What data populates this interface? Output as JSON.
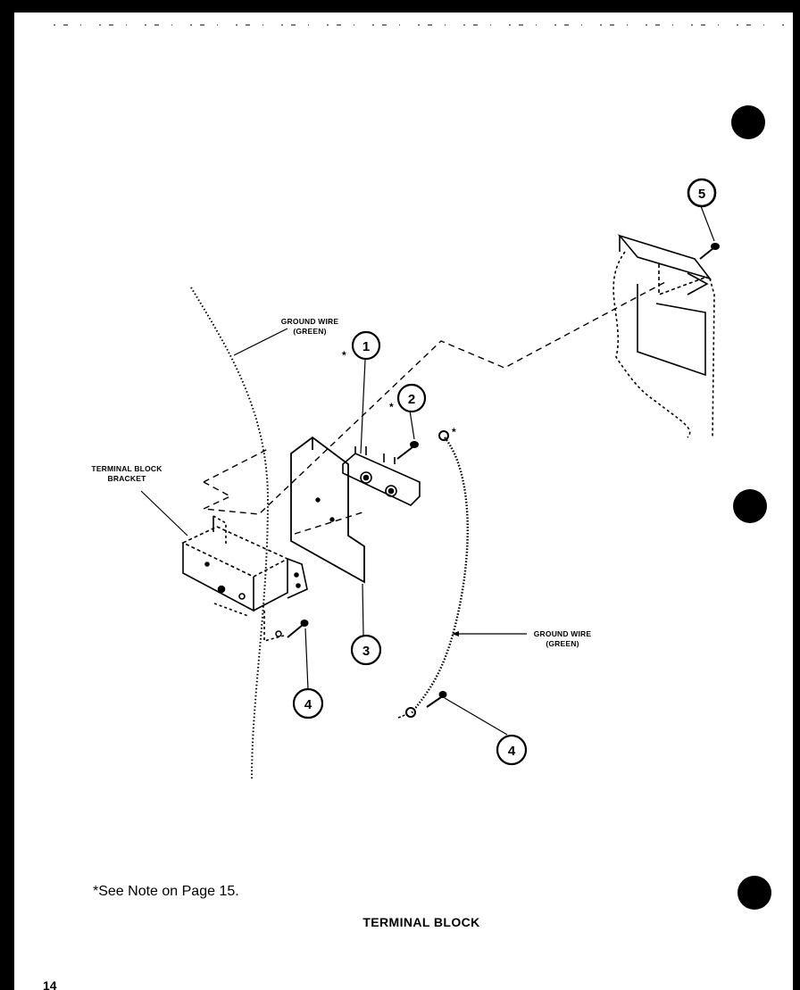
{
  "diagram": {
    "labels": {
      "ground_wire_top_1": "GROUND WIRE",
      "ground_wire_top_2": "(GREEN)",
      "terminal_block_bracket_1": "TERMINAL BLOCK",
      "terminal_block_bracket_2": "BRACKET",
      "ground_wire_bottom_1": "GROUND WIRE",
      "ground_wire_bottom_2": "(GREEN)"
    },
    "callouts": [
      "1",
      "2",
      "3",
      "4",
      "4",
      "5"
    ],
    "asterisk": "*",
    "note": "*See Note on Page 15.",
    "title": "TERMINAL BLOCK",
    "page_number": "14"
  }
}
